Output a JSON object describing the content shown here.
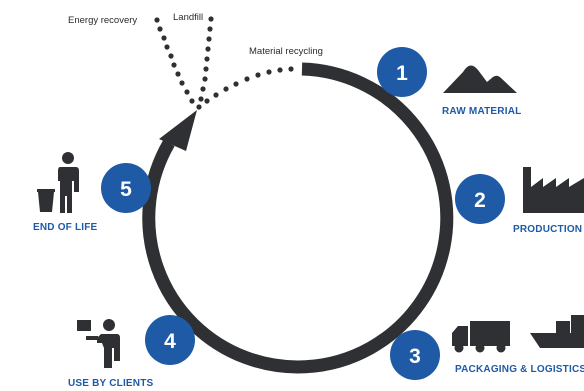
{
  "colors": {
    "cycle": "#2e3033",
    "accent": "#1f5aa6",
    "label": "#1f5aa6",
    "text": "#2b2b2b",
    "background": "#ffffff"
  },
  "end_of_life_options": {
    "energy_recovery": "Energy recovery",
    "landfill": "Landfill",
    "material_recycling": "Material recycling"
  },
  "stages": [
    {
      "number": "1",
      "label": "RAW MATERIAL",
      "icon": "mountain-icon"
    },
    {
      "number": "2",
      "label": "PRODUCTION",
      "icon": "factory-icon"
    },
    {
      "number": "3",
      "label": "PACKAGING & LOGISTICS",
      "icon": "truck-ship-icon"
    },
    {
      "number": "4",
      "label": "USE BY CLIENTS",
      "icon": "person-with-box-icon"
    },
    {
      "number": "5",
      "label": "END OF LIFE",
      "icon": "person-with-bin-icon"
    }
  ]
}
